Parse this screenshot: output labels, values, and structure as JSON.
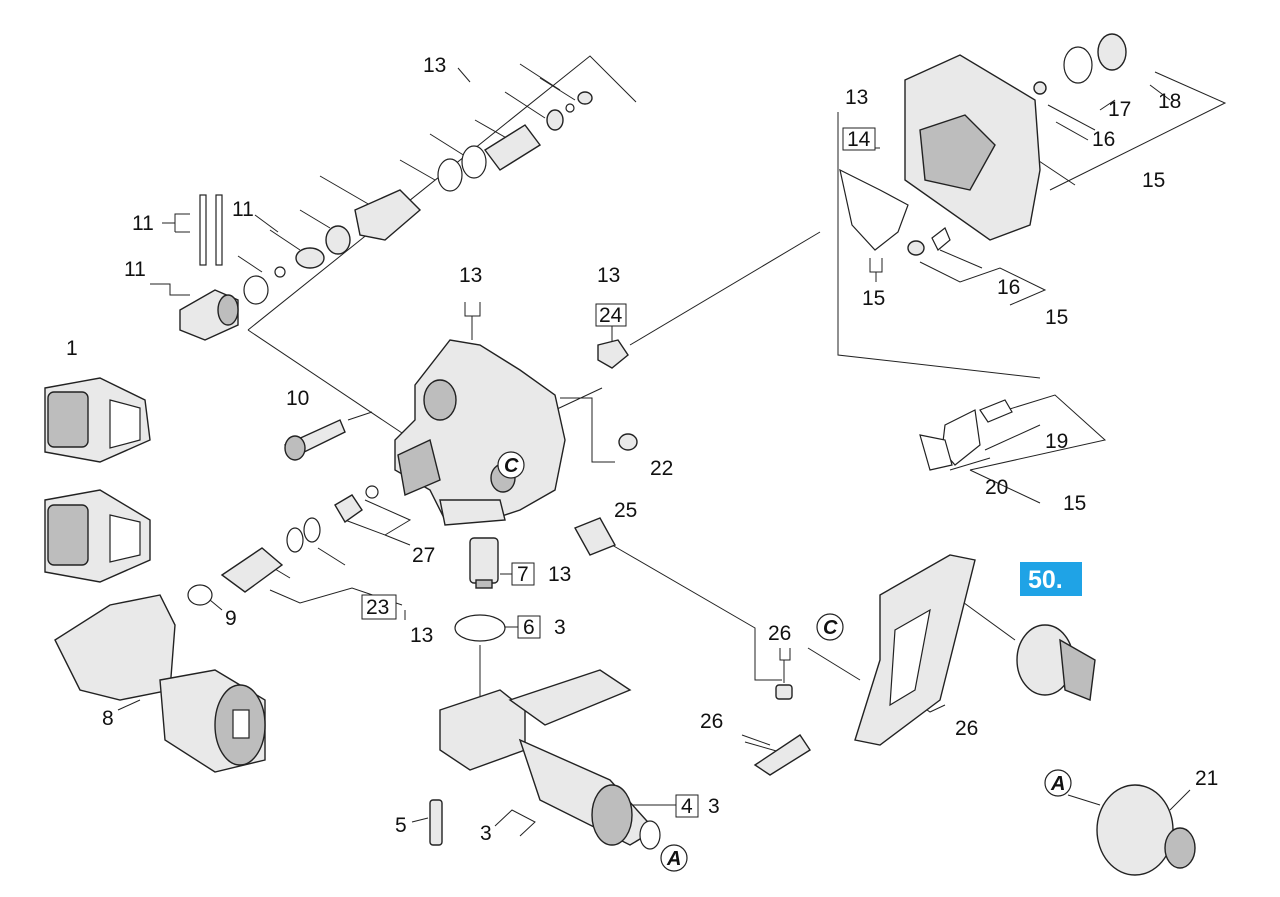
{
  "highlight": {
    "text": "50.",
    "bg": "#1fa3e6",
    "fg": "#ffffff"
  },
  "labels": {
    "n13_top": "13",
    "n11_a": "11",
    "n11_b": "11",
    "n11_c": "11",
    "n1": "1",
    "n10": "10",
    "n13_mid": "13",
    "n13_24": "13",
    "n24": "24",
    "n22": "22",
    "n27": "27",
    "n25": "25",
    "n7": "7",
    "n13_7": "13",
    "n9": "9",
    "n23": "23",
    "n13_23": "13",
    "n6": "6",
    "n3_6": "3",
    "n8": "8",
    "n5": "5",
    "n3_low": "3",
    "n4": "4",
    "n3_4": "3",
    "n13_r": "13",
    "n14": "14",
    "n15_a": "15",
    "n17": "17",
    "n18": "18",
    "n16_a": "16",
    "n15_b": "15",
    "n16_b": "16",
    "n15_c": "15",
    "n19": "19",
    "n20": "20",
    "n15_d": "15",
    "n26_a": "26",
    "n26_b": "26",
    "n26_c": "26",
    "n21": "21"
  },
  "markers": {
    "c1": "C",
    "c2": "C",
    "a1": "A",
    "a2": "A"
  }
}
